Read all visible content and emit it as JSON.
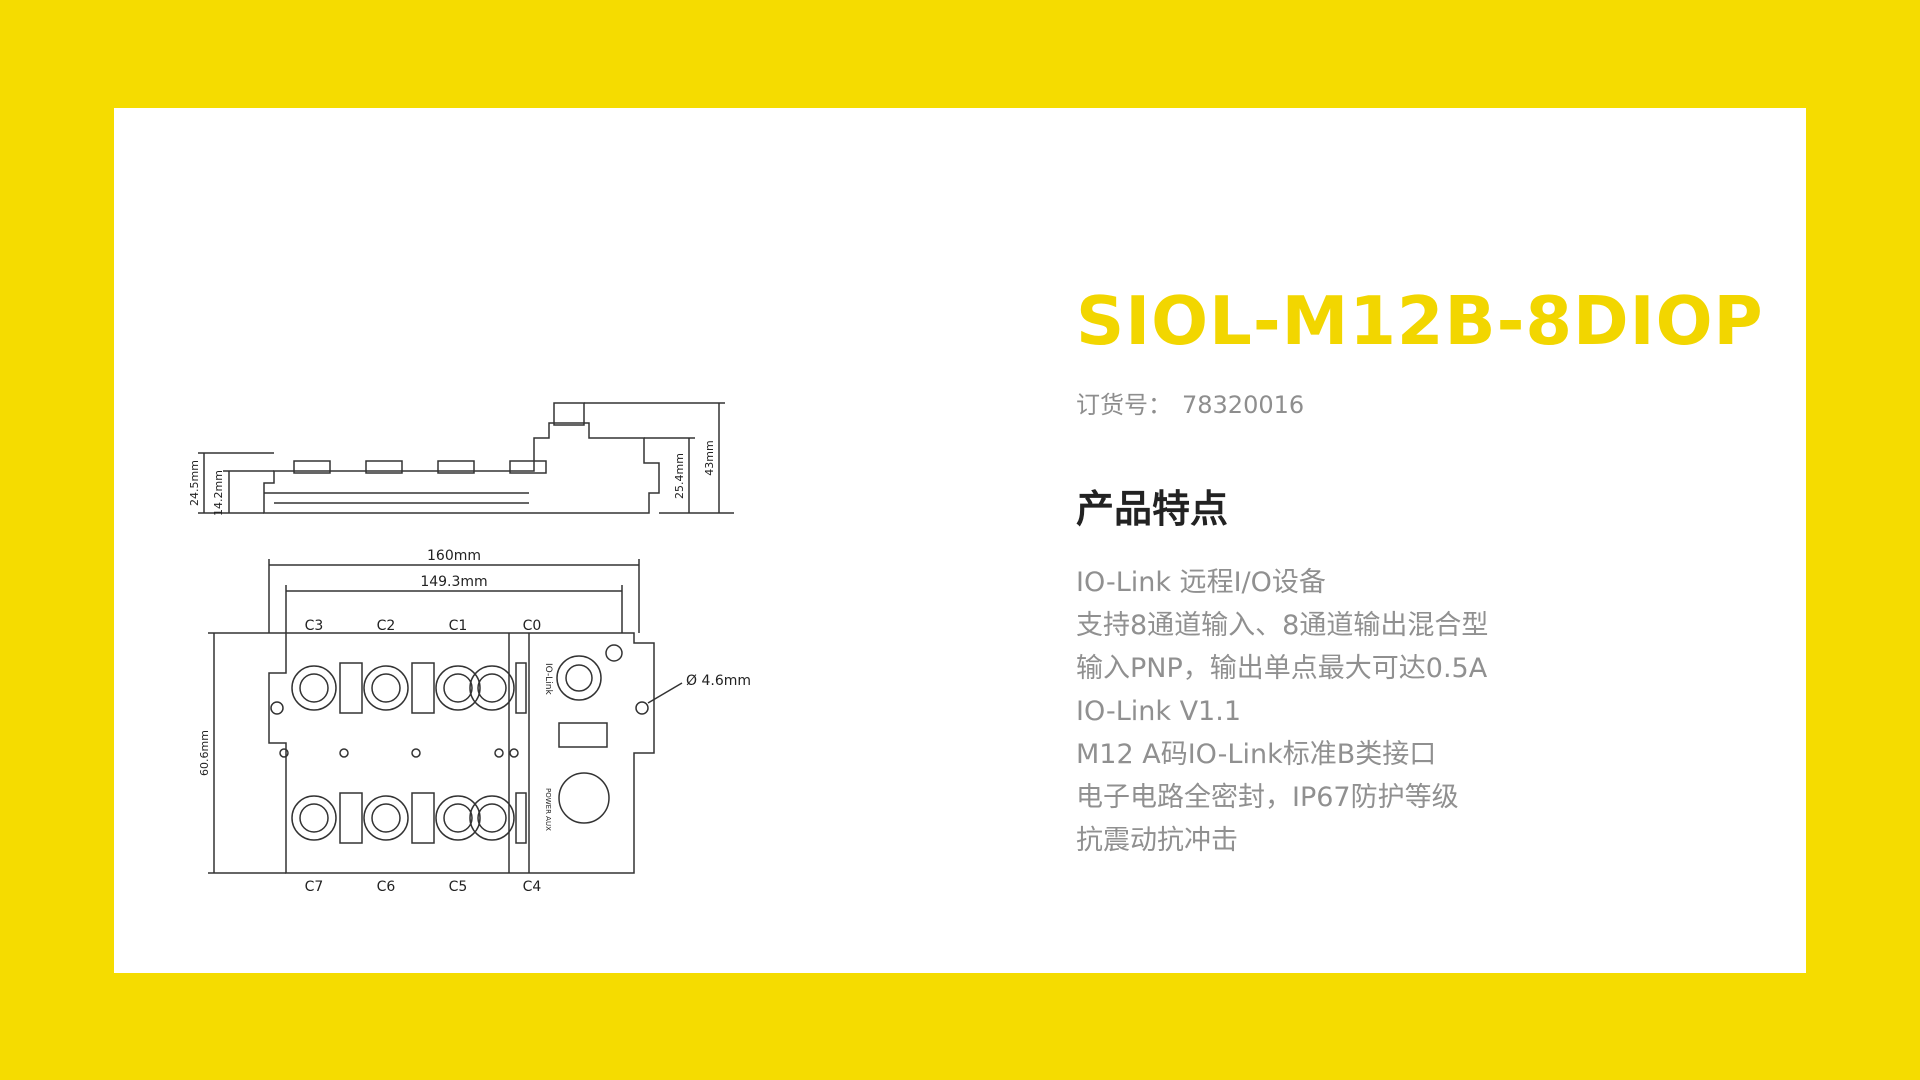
{
  "product": {
    "title": "SIOL-M12B-8DIOP",
    "order_label": "订货号：",
    "order_number": "78320016"
  },
  "features": {
    "heading": "产品特点",
    "items": [
      "IO-Link 远程I/O设备",
      "支持8通道输入、8通道输出混合型",
      "输入PNP，输出单点最大可达0.5A",
      "IO-Link V1.1",
      "M12 A码IO-Link标准B类接口",
      "电子电路全密封，IP67防护等级",
      "抗震动抗冲击"
    ]
  },
  "drawing": {
    "dim_total_width": "160mm",
    "dim_inner_width": "149.3mm",
    "dim_height_24": "24.5mm",
    "dim_height_14": "14.2mm",
    "dim_height_25": "25.4mm",
    "dim_height_43": "43mm",
    "dim_depth": "60.6mm",
    "dim_hole": "Ø 4.6mm",
    "port_labels_top": [
      "C3",
      "C2",
      "C1",
      "C0"
    ],
    "port_labels_bottom": [
      "C7",
      "C6",
      "C5",
      "C4"
    ],
    "iolink_mark": "IO-Link",
    "power_mark": "POWER AUX"
  },
  "colors": {
    "background": "#F5DC00",
    "title": "#F2D600",
    "heading": "#222222",
    "body_text": "#909090"
  }
}
